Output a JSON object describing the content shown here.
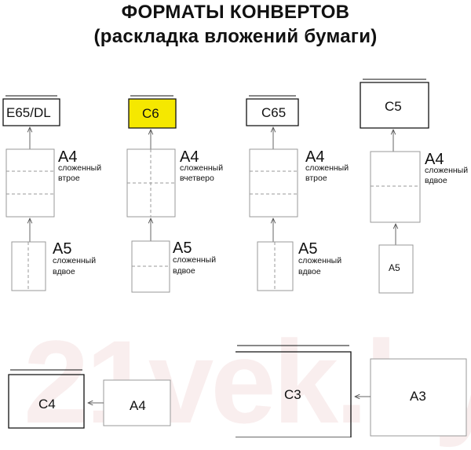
{
  "title": {
    "line1": "ФОРМАТЫ КОНВЕРТОВ",
    "line2": "(раскладка вложений бумаги)"
  },
  "watermark": "21vek.by",
  "accent_color": "#f5e800",
  "columns": [
    {
      "envelope": "E65/DL",
      "a4": {
        "label": "A4",
        "note_line1": "сложенный",
        "note_line2": "втрое"
      },
      "a5": {
        "label": "A5",
        "note_line1": "сложенный",
        "note_line2": "вдвое"
      }
    },
    {
      "envelope": "C6",
      "a4": {
        "label": "A4",
        "note_line1": "сложенный",
        "note_line2": "вчетверо"
      },
      "a5": {
        "label": "A5",
        "note_line1": "сложенный",
        "note_line2": "вдвое"
      }
    },
    {
      "envelope": "C65",
      "a4": {
        "label": "A4",
        "note_line1": "сложенный",
        "note_line2": "втрое"
      },
      "a5": {
        "label": "A5",
        "note_line1": "сложенный",
        "note_line2": "вдвое"
      }
    },
    {
      "envelope": "C5",
      "a4": {
        "label": "A4",
        "note_line1": "сложенный",
        "note_line2": "вдвое"
      },
      "a5": {
        "label": "A5"
      }
    }
  ],
  "bottom": {
    "c4": "C4",
    "a4": "A4",
    "c3": "C3",
    "a3": "A3"
  }
}
